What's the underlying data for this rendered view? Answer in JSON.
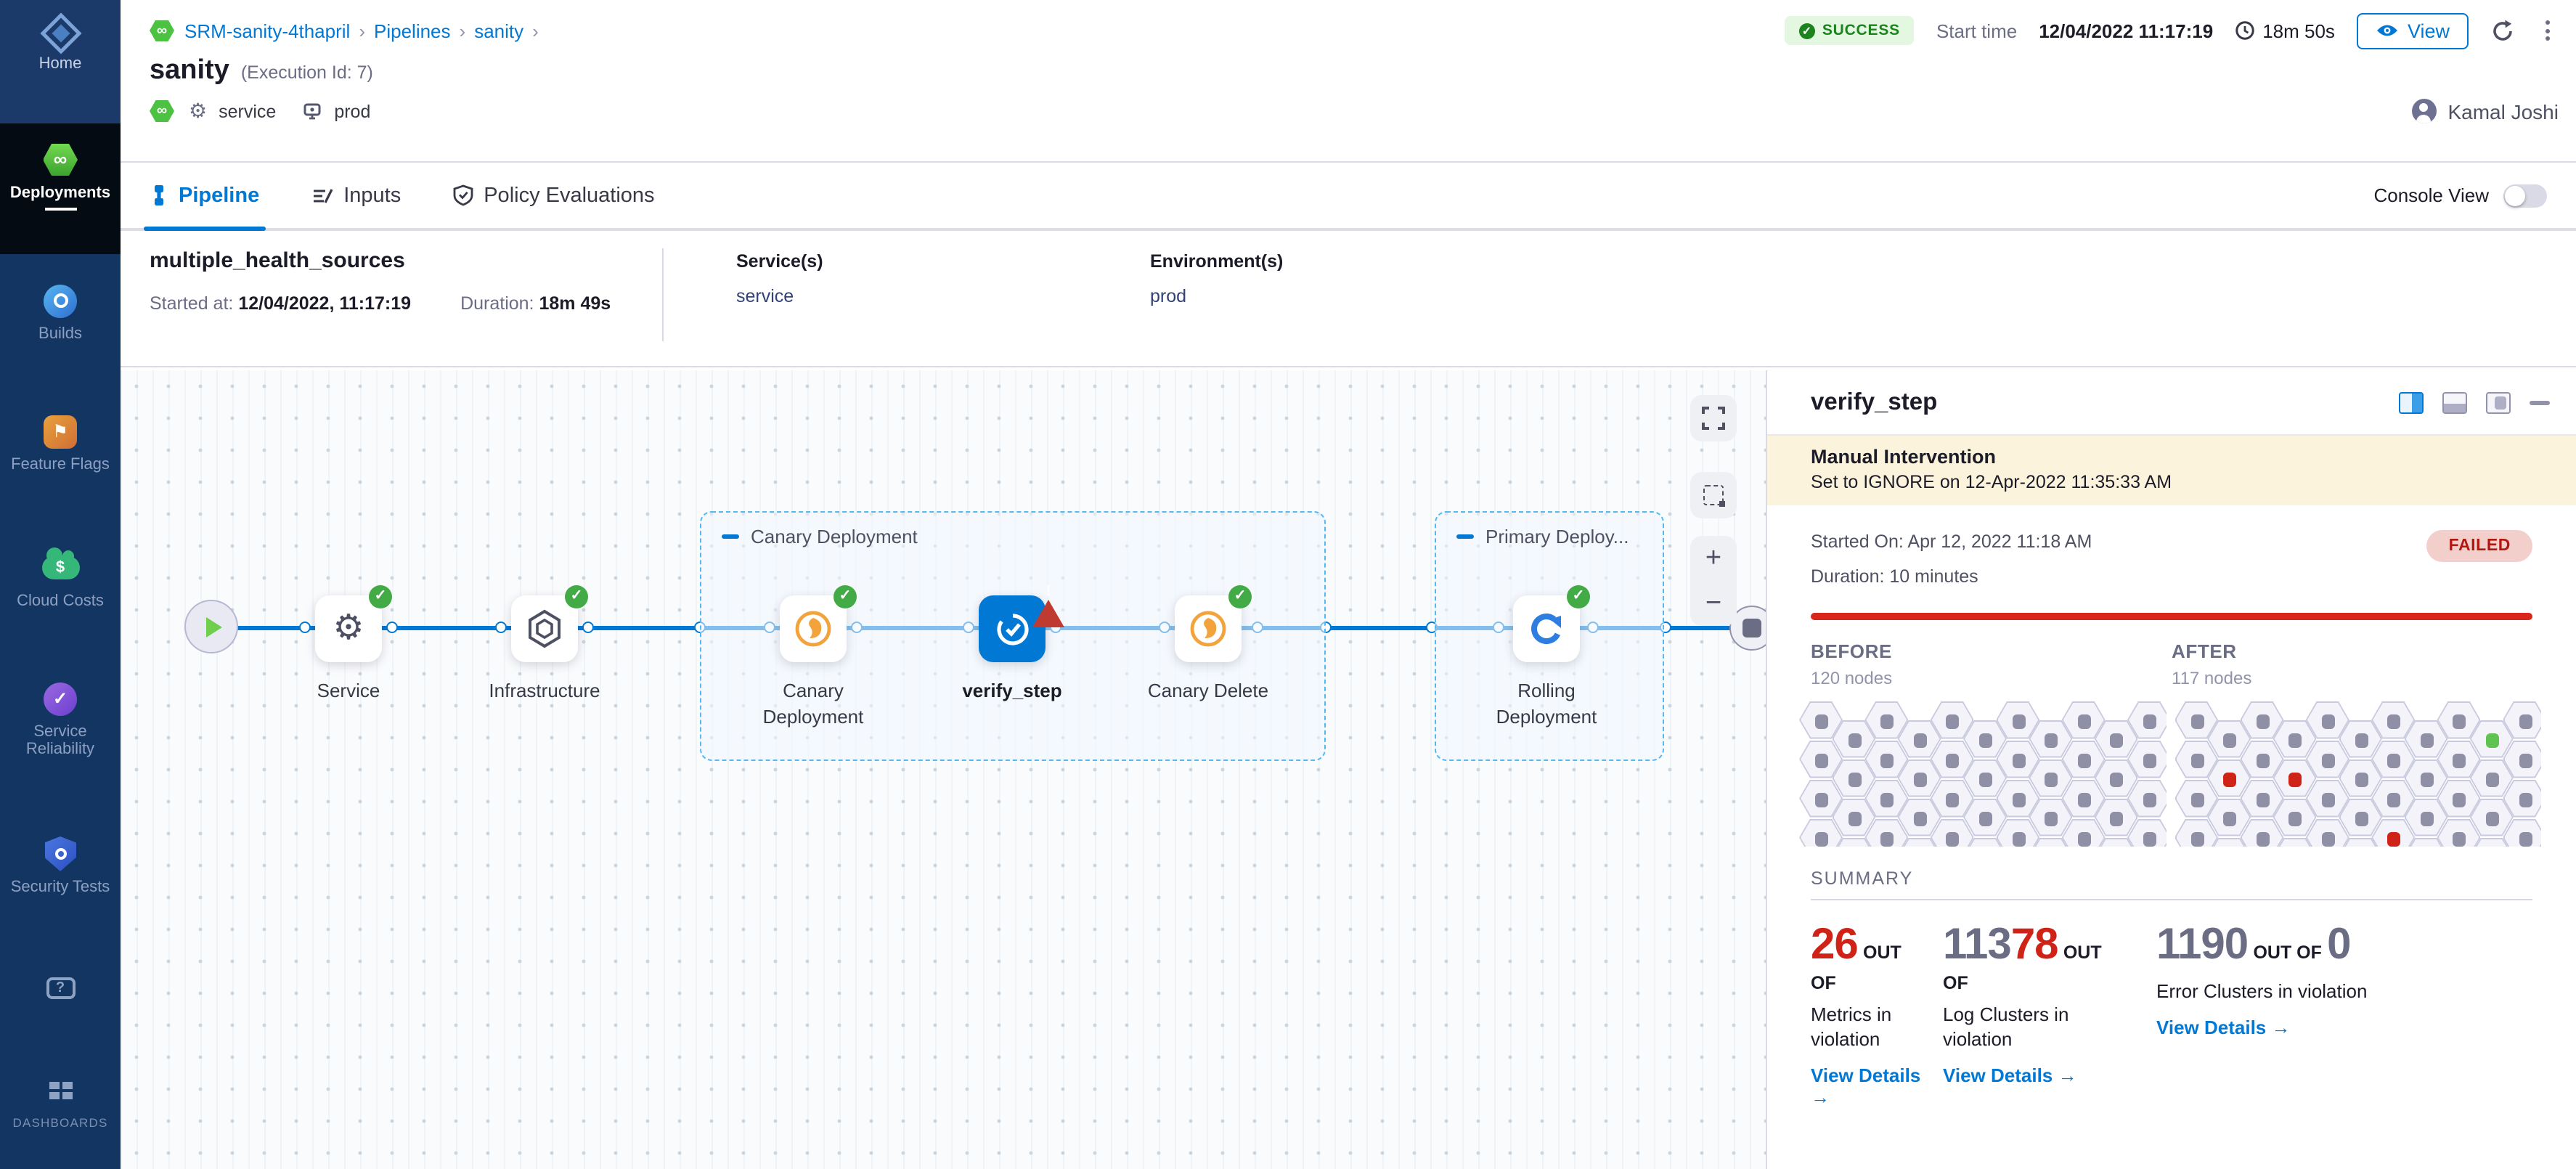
{
  "sidebar": {
    "home": "Home",
    "items": [
      {
        "label": "Deployments"
      },
      {
        "label": "Builds"
      },
      {
        "label": "Feature Flags"
      },
      {
        "label": "Cloud Costs"
      },
      {
        "label": "Service Reliability"
      },
      {
        "label": "Security Tests"
      }
    ],
    "dashboards": "DASHBOARDS"
  },
  "header": {
    "breadcrumb": {
      "project": "SRM-sanity-4thapril",
      "pipelines": "Pipelines",
      "pipeline": "sanity",
      "sep": "›"
    },
    "status": "SUCCESS",
    "start_time_label": "Start time",
    "start_time": "12/04/2022 11:17:19",
    "elapsed": "18m 50s",
    "view_button": "View",
    "title": "sanity",
    "execution_id": "(Execution Id: 7)",
    "service_tag": "service",
    "env_tag": "prod",
    "user": "Kamal Joshi"
  },
  "tabs": {
    "pipeline": "Pipeline",
    "inputs": "Inputs",
    "policy": "Policy Evaluations",
    "console_view": "Console View"
  },
  "stage": {
    "name": "multiple_health_sources",
    "started_label": "Started at:",
    "started": "12/04/2022, 11:17:19",
    "duration_label": "Duration:",
    "duration": "18m 49s",
    "services_label": "Service(s)",
    "service": "service",
    "environments_label": "Environment(s)",
    "environment": "prod"
  },
  "pipeline": {
    "groups": [
      {
        "label": "Canary Deployment"
      },
      {
        "label": "Primary Deploy..."
      }
    ],
    "nodes": [
      {
        "label": "Service"
      },
      {
        "label": "Infrastructure"
      },
      {
        "label": "Canary Deployment"
      },
      {
        "label": "verify_step"
      },
      {
        "label": "Canary Delete"
      },
      {
        "label": "Rolling Deployment"
      }
    ],
    "dot_xs": [
      73,
      127,
      187,
      262,
      322,
      399,
      447,
      507,
      584,
      644,
      719,
      783,
      830,
      903,
      949,
      1014,
      1064,
      1113
    ],
    "controls": {
      "zoom_in": "+",
      "zoom_out": "−"
    }
  },
  "panel": {
    "title": "verify_step",
    "banner": {
      "title": "Manual Intervention",
      "text": "Set to IGNORE on 12-Apr-2022 11:35:33 AM"
    },
    "started": "Started On: Apr 12, 2022 11:18 AM",
    "duration": "Duration: 10 minutes",
    "status": "FAILED",
    "before_label": "BEFORE",
    "before_count": "120 nodes",
    "after_label": "AFTER",
    "after_count": "117 nodes",
    "summary_label": "SUMMARY",
    "hex": {
      "before": {
        "cols": 11,
        "rows": 4,
        "special": {}
      },
      "after": {
        "cols": 11,
        "rows": 4,
        "special": {
          "1-1": "red",
          "3-1": "red",
          "6-3": "red",
          "9-0": "green"
        }
      }
    },
    "cards": [
      {
        "value": "26",
        "out_of": "OUT OF",
        "label": "Metrics in violation",
        "link": "View Details"
      },
      {
        "prefix": "113",
        "value": "78",
        "out_of": "OUT OF",
        "label": "Log Clusters in violation",
        "link": "View Details"
      },
      {
        "prefix": "1190",
        "out_of": "OUT OF",
        "suffix": "0",
        "label": "Error Clusters in violation",
        "link": "View Details"
      }
    ]
  },
  "colors": {
    "accent": "#0278d5",
    "success": "#42ab45",
    "error": "#cf2318",
    "warning_banner": "#fcf3dc",
    "sidebar": "#133562"
  }
}
